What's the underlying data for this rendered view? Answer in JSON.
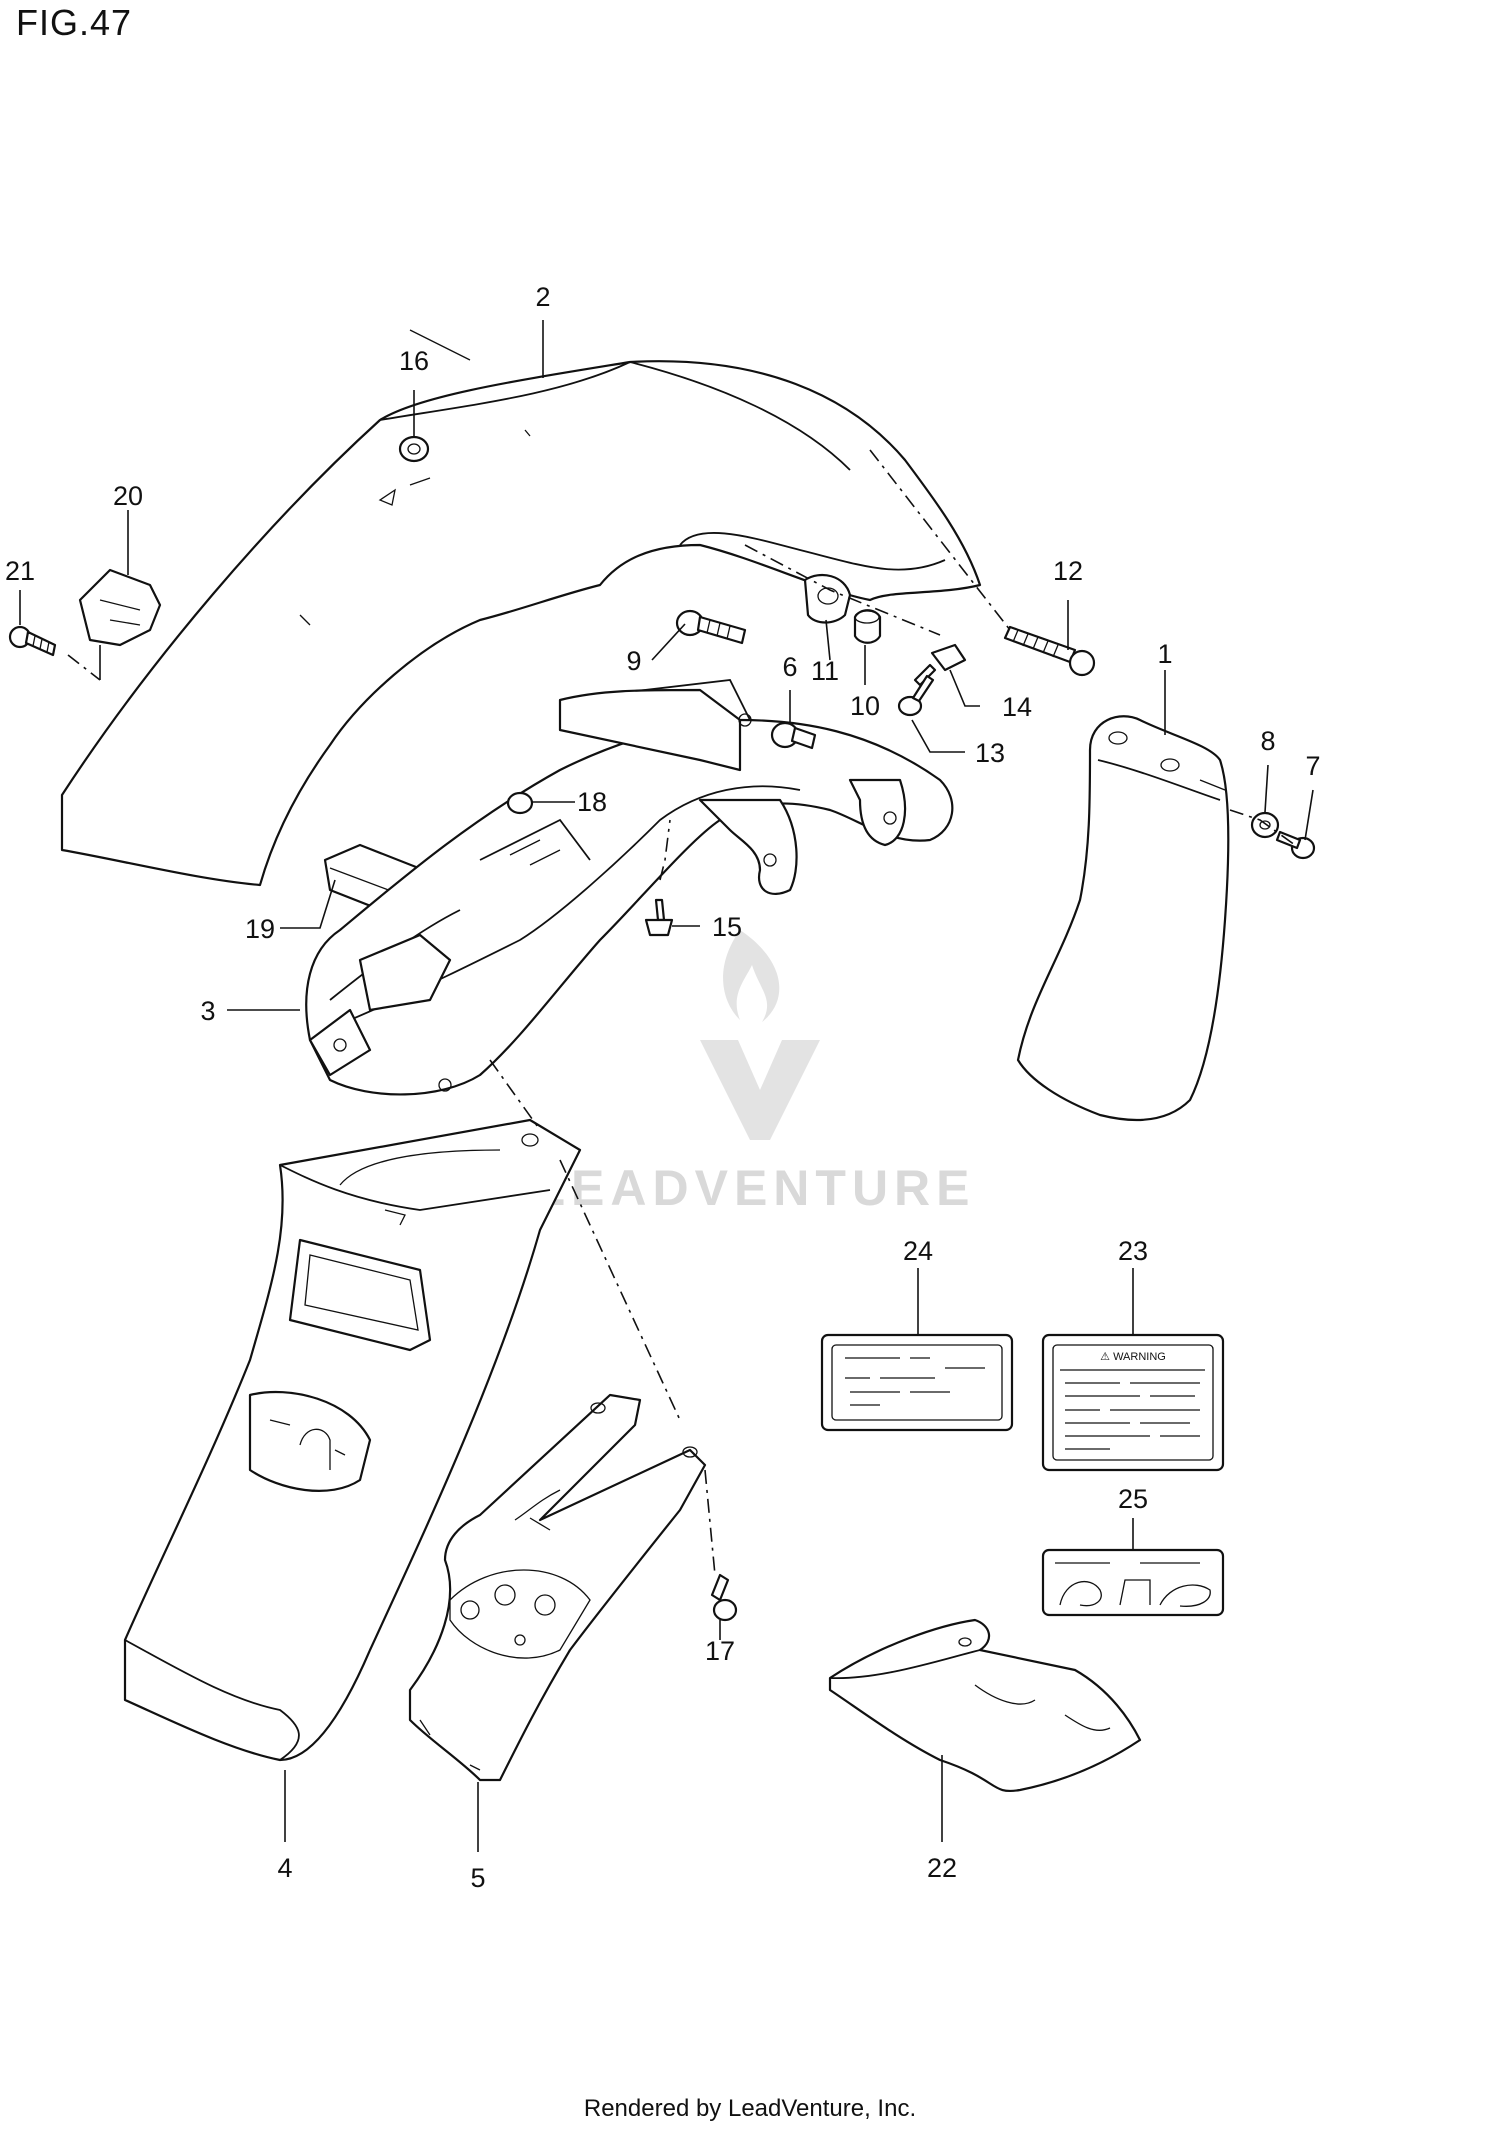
{
  "figure": {
    "title": "FIG.47"
  },
  "watermark": {
    "text": "LEADVENTURE"
  },
  "callouts": [
    {
      "id": "c1",
      "label": "1"
    },
    {
      "id": "c2",
      "label": "2"
    },
    {
      "id": "c3",
      "label": "3"
    },
    {
      "id": "c4",
      "label": "4"
    },
    {
      "id": "c5",
      "label": "5"
    },
    {
      "id": "c6",
      "label": "6"
    },
    {
      "id": "c7",
      "label": "7"
    },
    {
      "id": "c8",
      "label": "8"
    },
    {
      "id": "c9",
      "label": "9"
    },
    {
      "id": "c10",
      "label": "10"
    },
    {
      "id": "c11",
      "label": "11"
    },
    {
      "id": "c12",
      "label": "12"
    },
    {
      "id": "c13",
      "label": "13"
    },
    {
      "id": "c14",
      "label": "14"
    },
    {
      "id": "c15",
      "label": "15"
    },
    {
      "id": "c16",
      "label": "16"
    },
    {
      "id": "c17",
      "label": "17"
    },
    {
      "id": "c18",
      "label": "18"
    },
    {
      "id": "c19",
      "label": "19"
    },
    {
      "id": "c20",
      "label": "20"
    },
    {
      "id": "c21",
      "label": "21"
    },
    {
      "id": "c22",
      "label": "22"
    },
    {
      "id": "c23",
      "label": "23"
    },
    {
      "id": "c24",
      "label": "24"
    },
    {
      "id": "c25",
      "label": "25"
    }
  ],
  "warning_label": {
    "heading": "⚠ WARNING"
  },
  "footer": {
    "text": "Rendered by LeadVenture, Inc."
  }
}
